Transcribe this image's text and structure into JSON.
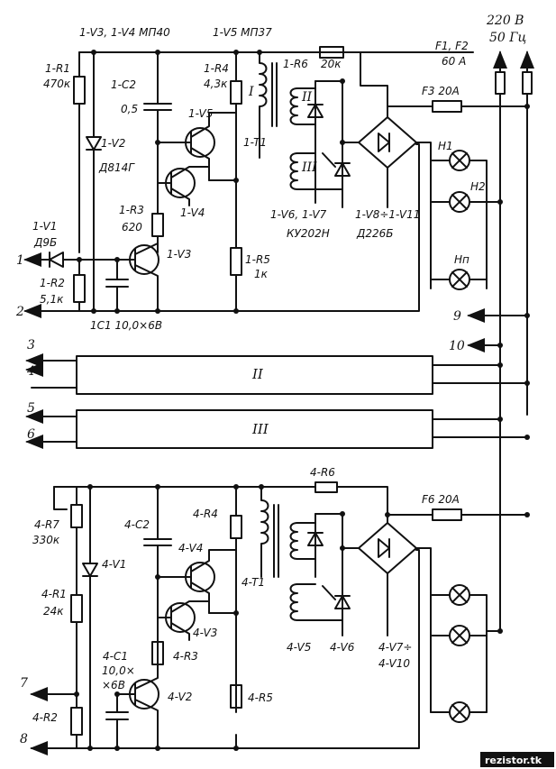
{
  "header": {
    "transistors_1": "1-V3, 1-V4  МП40",
    "transistor_v5": "1-V5  МП37",
    "supply": "220 В",
    "freq": "50 Гц",
    "fuses_main": "F1, F2",
    "fuse_main_rating": "60 А"
  },
  "top_channel": {
    "r1": "1-R1",
    "r1_val": "470к",
    "c2": "1-C2",
    "c2_val": "0,5",
    "r4": "1-R4",
    "r4_val": "4,3к",
    "winding_1": "I",
    "v5": "1-V5",
    "t1": "1-T1",
    "r6": "1-R6",
    "r6_val": "20к",
    "winding_2": "II",
    "winding_3": "III",
    "f3": "F3  20А",
    "v2": "1-V2",
    "v2_type": "Д814Г",
    "v4": "1-V4",
    "r3": "1-R3",
    "r3_val": "620",
    "v6v7": "1-V6, 1-V7",
    "v6v7_type": "КУ202Н",
    "v8v11": "1-V8÷1-V11",
    "v8v11_type": "Д226Б",
    "v1": "1-V1",
    "v1_type": "Д9Б",
    "v3": "1-V3",
    "r5": "1-R5",
    "r5_val": "1к",
    "r2": "1-R2",
    "r2_val": "5,1к",
    "c1": "1C1  10,0×6В",
    "h1": "H1",
    "h2": "H2",
    "hn": "Hп"
  },
  "terminals": {
    "t1": "1",
    "t2": "2",
    "t3": "3",
    "t4": "4",
    "t5": "5",
    "t6": "6",
    "t7": "7",
    "t8": "8",
    "t9": "9",
    "t10": "10"
  },
  "blocks": {
    "b2": "II",
    "b3": "III"
  },
  "bottom_channel": {
    "r6": "4-R6",
    "f6": "F6  20А",
    "c2": "4-C2",
    "r4": "4-R4",
    "r7": "4-R7",
    "r7_val": "330к",
    "v1": "4-V1",
    "v4": "4-V4",
    "t1": "4-T1",
    "r1": "4-R1",
    "r1_val": "24к",
    "v3": "4-V3",
    "r3": "4-R3",
    "v5": "4-V5",
    "v6": "4-V6",
    "v7v10_a": "4-V7÷",
    "v7v10_b": "4-V10",
    "c1": "4-C1",
    "c1_val": "10,0×",
    "c1_val2": "×6В",
    "v2": "4-V2",
    "r5": "4-R5",
    "r2": "4-R2"
  },
  "watermark": "rezistor.tk"
}
